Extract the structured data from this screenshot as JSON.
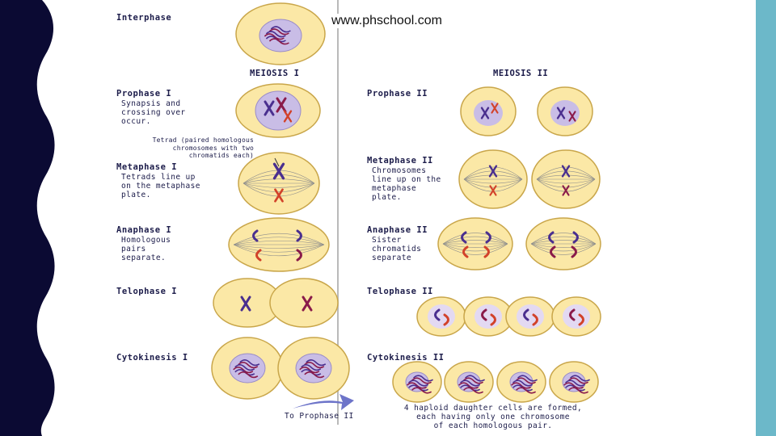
{
  "watermark": "www.phschool.com",
  "columns": {
    "left": "MEIOSIS I",
    "right": "MEIOSIS II"
  },
  "left_stages": {
    "interphase": "Interphase",
    "prophase1": "Prophase I",
    "prophase1_desc": "Synapsis and\ncrossing over\noccur.",
    "tetrad_note": "Tetrad (paired homologous\nchromosomes with two\nchromatids each)",
    "metaphase1": "Metaphase I",
    "metaphase1_desc": "Tetrads line up\non the metaphase\nplate.",
    "anaphase1": "Anaphase I",
    "anaphase1_desc": "Homologous\npairs\nseparate.",
    "telophase1": "Telophase I",
    "cytokinesis1": "Cytokinesis I",
    "to_prophase2": "To Prophase II"
  },
  "right_stages": {
    "prophase2": "Prophase II",
    "metaphase2": "Metaphase II",
    "metaphase2_desc": "Chromosomes\nline up on the\nmetaphase\nplate.",
    "anaphase2": "Anaphase II",
    "anaphase2_desc": "Sister\nchromatids\nseparate",
    "telophase2": "Telophase II",
    "cytokinesis2": "Cytokinesis II",
    "result": "4 haploid daughter cells are formed,\neach having only one chromosome\nof each homologous pair."
  },
  "colors": {
    "cell_fill": "#fbe8a6",
    "cell_stroke": "#c9a64a",
    "nucleus": "#c9bde6",
    "chrom_dark": "#4a2f8f",
    "chrom_red": "#d2422a",
    "chrom_maroon": "#8a1b4a",
    "left_band": "#0b0a33",
    "right_band": "#6cb8c9"
  }
}
